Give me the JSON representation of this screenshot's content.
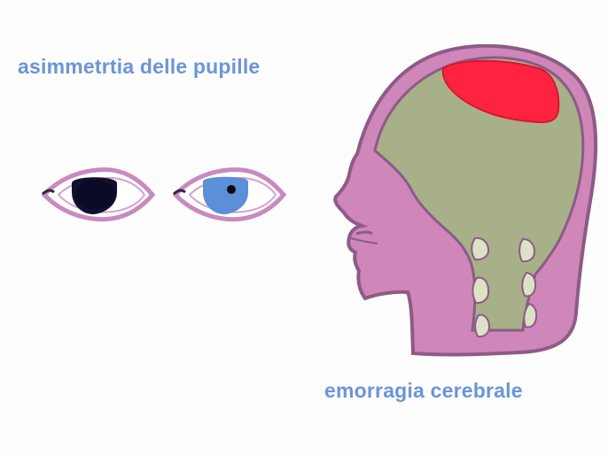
{
  "labels": {
    "top": "asimmetrtia delle pupille",
    "bottom": "emorragia cerebrale"
  },
  "eyes": {
    "left": {
      "state": "dilated-pupil",
      "iris_color": "#101030"
    },
    "right": {
      "state": "normal-pupil",
      "iris_color": "#5b8fd7"
    }
  },
  "head": {
    "skin_color": "#cf86b8",
    "brain_color": "#a7b088",
    "hemorrhage_color": "#ff2340",
    "outline_color": "#8d5b86"
  },
  "colors": {
    "label": "#6a95d8",
    "eye_outline": "#c88abf",
    "sclera": "#ffffff"
  }
}
